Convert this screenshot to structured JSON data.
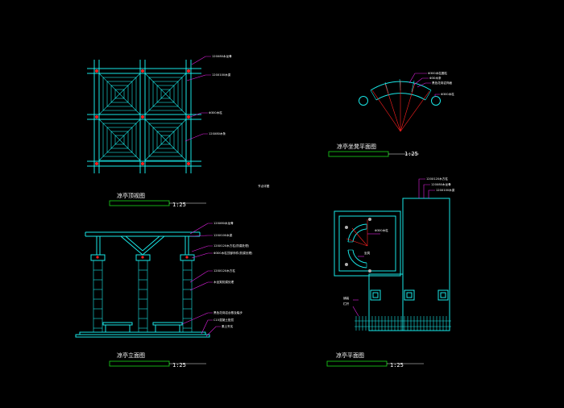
{
  "colors": {
    "background": "#000000",
    "structure": "#19e6e6",
    "title_bar": "#18d818",
    "leader": "#e020e0",
    "axis": "#ff2020",
    "text": "#ffffff"
  },
  "drawings": {
    "top_view": {
      "title": "凉亭顶视图",
      "scale": "1:25"
    },
    "roof_plan": {
      "title": "凉亭坐凳平面图",
      "scale": "1:25"
    },
    "elevation": {
      "title": "凉亭立面图",
      "scale": "1:25"
    },
    "plan": {
      "title": "凉亭平面图",
      "scale": "1:25"
    }
  },
  "notes": {
    "section_label": "节点详图",
    "top_view": [
      "120X80木龙骨",
      "120X100木梁",
      "Φ300木柱",
      "120X80木条"
    ],
    "roof_plan": [
      "Φ300木柱圆柱",
      "Φ30木条",
      "黑色花岗岩饰面",
      "Φ300木柱"
    ],
    "elevation": [
      "120X80木龙骨",
      "120X100木梁",
      "120X120木方柱(防腐处理)",
      "Φ300木柱顶部饰件(防腐处理)",
      "120X120木方柱",
      "木坐凳防腐处理",
      "黑色花岗岩台基及踏步",
      "C15混凝土垫层",
      "素土夯实"
    ],
    "plan": [
      "120X120木方柱",
      "120X80木龙骨",
      "120X100木梁",
      "Φ300木柱",
      "坐凳",
      "铺装",
      "栏杆"
    ]
  }
}
